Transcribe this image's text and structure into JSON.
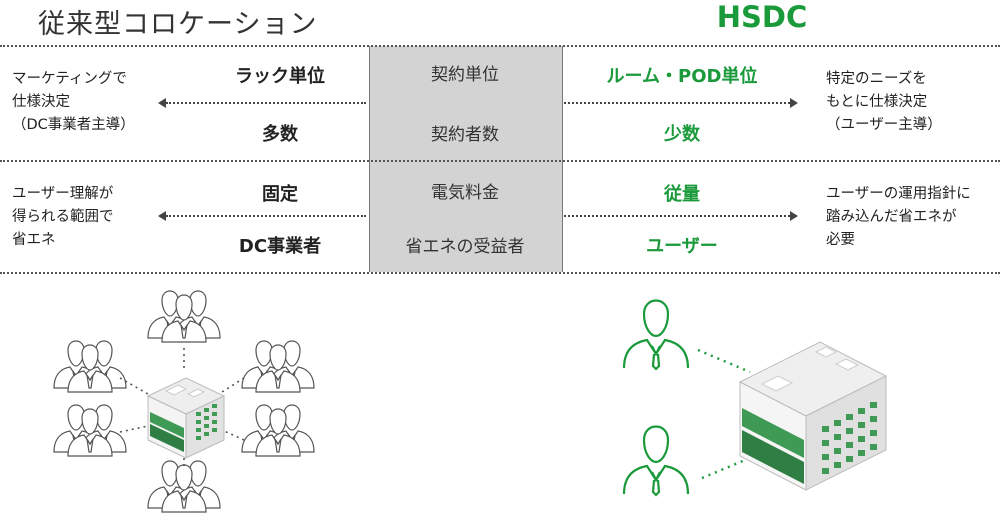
{
  "header": {
    "left_title": "従来型コロケーション",
    "right_title": "HSDC"
  },
  "colors": {
    "accent_green": "#1a9a3a",
    "center_gray": "#d3d3d3"
  },
  "rows": [
    {
      "left": "ラック単位",
      "center": "契約単位",
      "right": "ルーム・POD単位"
    },
    {
      "left": "多数",
      "center": "契約者数",
      "right": "少数"
    },
    {
      "left": "固定",
      "center": "電気料金",
      "right": "従量"
    },
    {
      "left": "DC事業者",
      "center": "省エネの受益者",
      "right": "ユーザー"
    }
  ],
  "notes": {
    "left_top": "マーケティングで\n仕様決定\n（DC事業者主導）",
    "right_top": "特定のニーズを\nもとに仕様決定\n（ユーザー主導）",
    "left_bottom": "ユーザー理解が\n得られる範囲で\n省エネ",
    "right_bottom": "ユーザーの運用指針に\n踏み込んだ省エネが\n必要"
  },
  "icons": {
    "left_illustration": [
      "user-group-icon",
      "building-icon"
    ],
    "right_illustration": [
      "user-icon",
      "building-icon"
    ]
  }
}
